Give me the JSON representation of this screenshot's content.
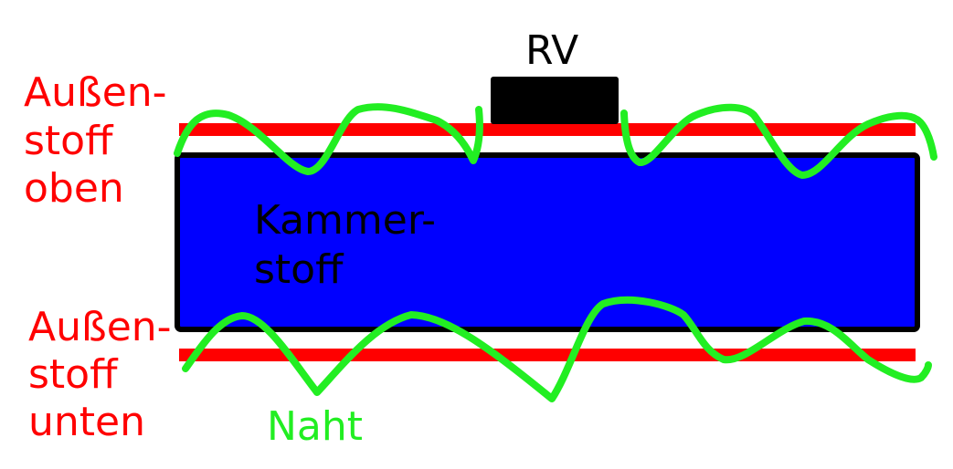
{
  "labels": {
    "rv": "RV",
    "outer_top": [
      "Außen-",
      "stoff",
      "oben"
    ],
    "chamber": [
      "Kammer-",
      "stoff"
    ],
    "outer_bottom": [
      "Außen-",
      "stoff",
      "unten"
    ],
    "seam": "Naht"
  },
  "colors": {
    "outer_fabric": "#ff0000",
    "chamber_fabric": "#0000ff",
    "valve": "#000000",
    "seam": "#22ee22",
    "text_red": "#ff0000",
    "text_black": "#000000",
    "text_green": "#22ee22"
  }
}
